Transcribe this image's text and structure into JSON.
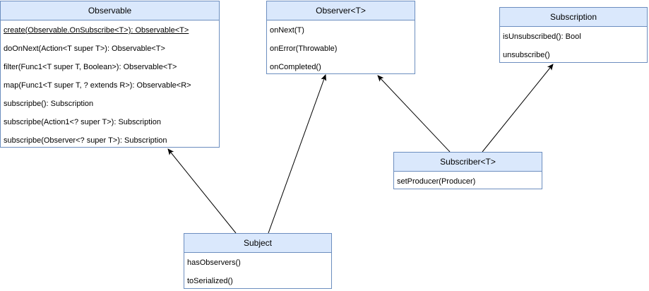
{
  "classes": {
    "observable": {
      "title": "Observable",
      "methods": [
        "create(Observable.OnSubscribe<T>): Observable<T>",
        "doOnNext(Action<T super T>): Observable<T>",
        "filter(Func1<T super T, Boolean>): Observable<T>",
        "map(Func1<T super T, ? extends R>): Observable<R>",
        "subscripbe(): Subscription",
        "subscripbe(Action1<? super T>): Subscription",
        "subscripbe(Observer<? super T>): Subscription"
      ]
    },
    "observer": {
      "title": "Observer<T>",
      "methods": [
        "onNext(T)",
        "onError(Throwable)",
        "onCompleted()"
      ]
    },
    "subscription": {
      "title": "Subscription",
      "methods": [
        "isUnsubscribed(): Bool",
        "unsubscribe()"
      ]
    },
    "subscriber": {
      "title": "Subscriber<T>",
      "methods": [
        "setProducer(Producer)"
      ]
    },
    "subject": {
      "title": "Subject",
      "methods": [
        "hasObservers()",
        "toSerialized()"
      ]
    }
  },
  "colors": {
    "header_fill": "#dae8fc",
    "border": "#6c8ebf",
    "arrow": "#000000"
  }
}
